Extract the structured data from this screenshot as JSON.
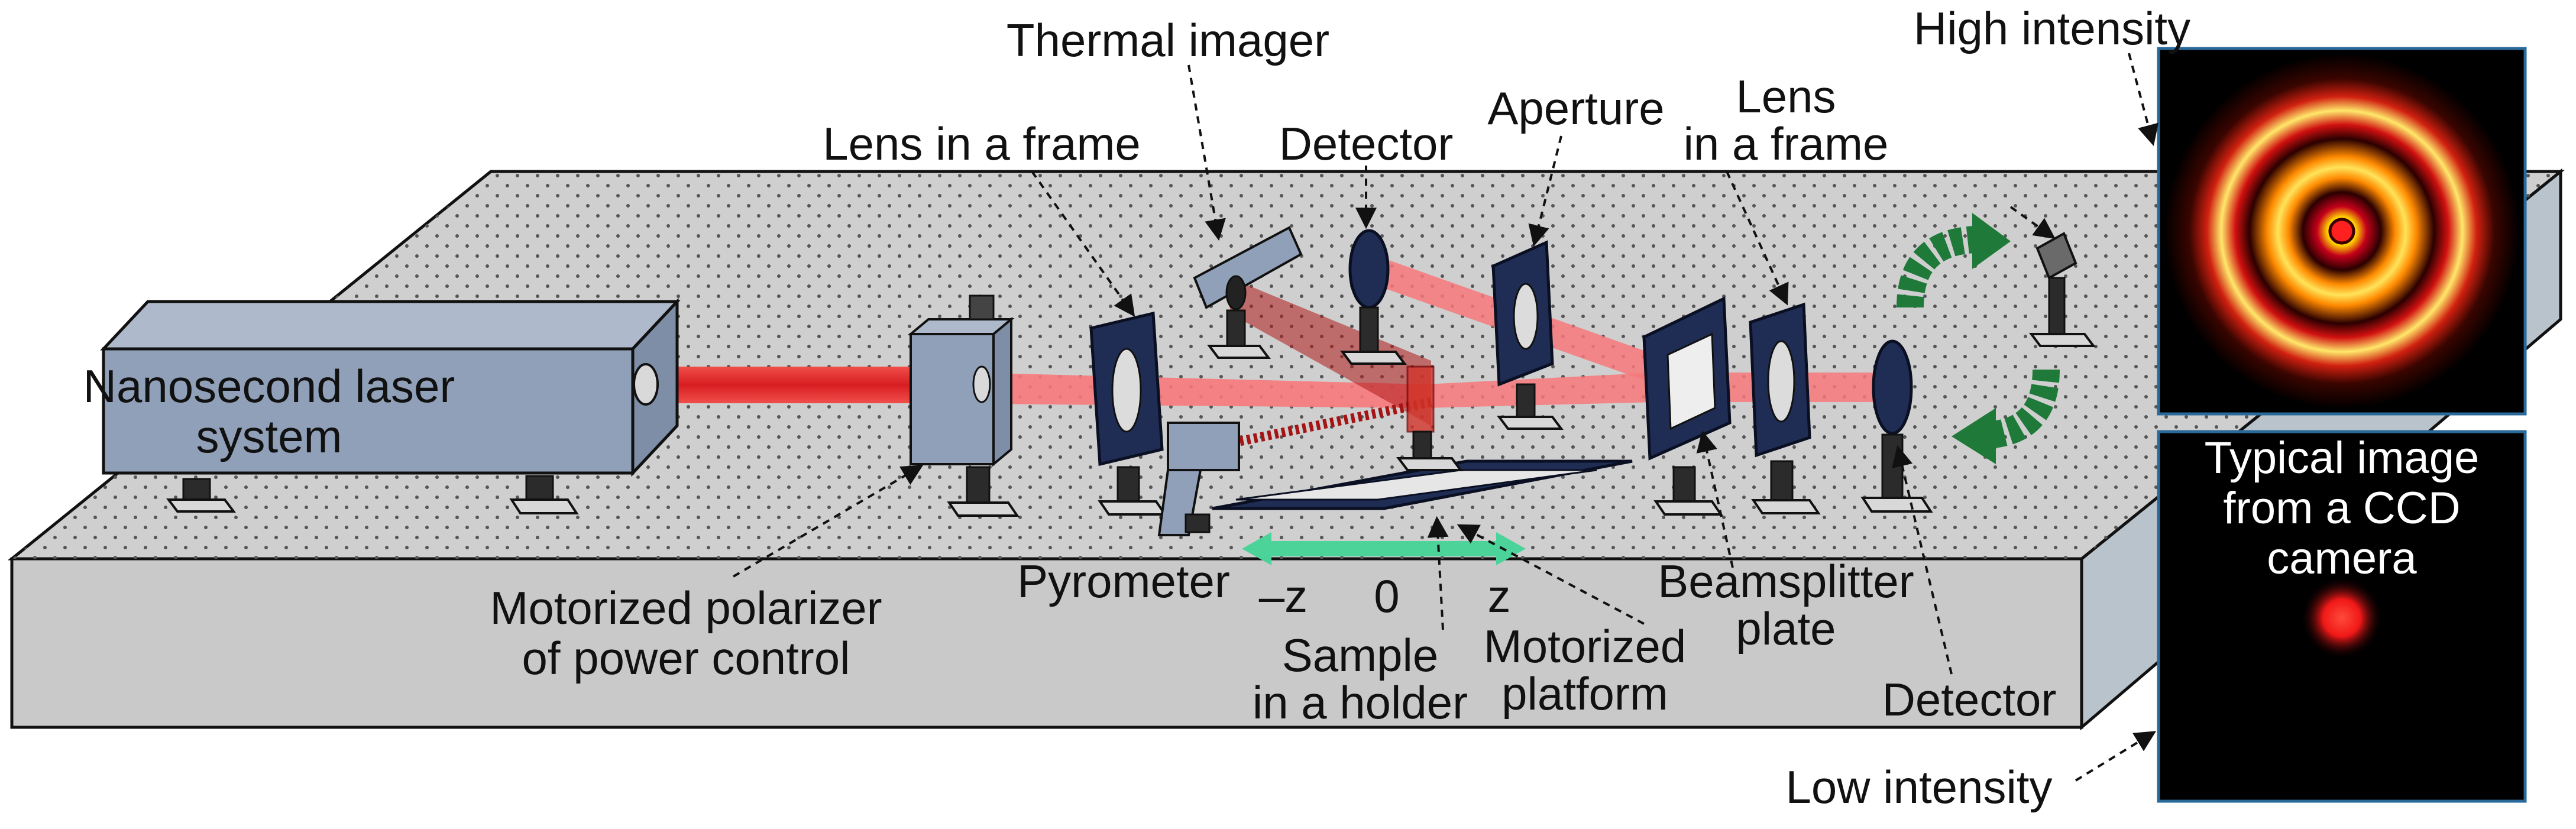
{
  "labels": {
    "laser": [
      "Nanosecond laser",
      "system"
    ],
    "polarizer": [
      "Motorized polarizer",
      "of power control"
    ],
    "lens_left": "Lens in a frame",
    "thermal": "Thermal imager",
    "detector_top": "Detector",
    "aperture": "Aperture",
    "lens_right": [
      "Lens",
      "in a frame"
    ],
    "high_intensity": "High intensity",
    "pyrometer": "Pyrometer",
    "minus_z": "–z",
    "zero": "0",
    "z": "z",
    "sample": [
      "Sample",
      "in a holder"
    ],
    "platform": [
      "Motorized",
      "platform"
    ],
    "beamsplitter": [
      "Beamsplitter",
      "plate"
    ],
    "detector_bottom": "Detector",
    "ccd": [
      "Typical image",
      "from a CCD",
      "camera"
    ],
    "low_intensity": "Low intensity"
  },
  "colors": {
    "table_top": "#cfcfcf",
    "table_side": "#c7c7c7",
    "table_end": "#b9c3cc",
    "laser_body": "#8fa0b8",
    "beam_dark": "#e8322e",
    "beam_light": "#f7787a",
    "frame": "#1f2d55",
    "arrow_green": "#1f7a3a",
    "platform_arrow": "#4cd39a"
  }
}
